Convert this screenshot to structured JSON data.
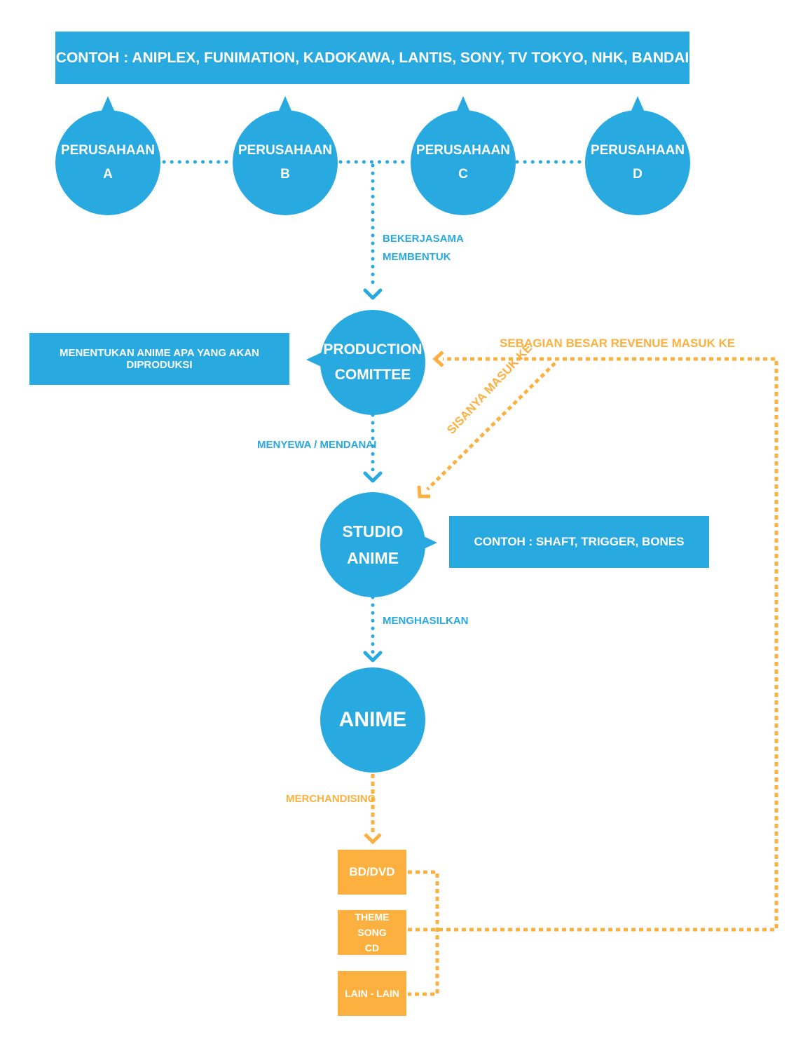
{
  "header": {
    "examples_label": "CONTOH : ANIPLEX, FUNIMATION, KADOKAWA, LANTIS, SONY, TV TOKYO, NHK, BANDAI"
  },
  "companies": [
    {
      "line1": "PERUSAHAAN",
      "line2": "A"
    },
    {
      "line1": "PERUSAHAAN",
      "line2": "B"
    },
    {
      "line1": "PERUSAHAAN",
      "line2": "C"
    },
    {
      "line1": "PERUSAHAAN",
      "line2": "D"
    }
  ],
  "labels": {
    "cooperate_line1": "BEKERJASAMA",
    "cooperate_line2": "MEMBENTUK",
    "hire_fund": "MENYEWA / MENDANAI",
    "produces": "MENGHASILKAN",
    "merchandising": "MERCHANDISING",
    "revenue_major": "SEBAGIAN BESAR REVENUE MASUK KE",
    "revenue_rest": "SISANYA MASUK KE"
  },
  "production_committee": {
    "line1": "PRODUCTION",
    "line2": "COMITTEE",
    "role_note": "MENENTUKAN ANIME APA YANG AKAN DIPRODUKSI"
  },
  "studio": {
    "line1": "STUDIO",
    "line2": "ANIME",
    "examples_note": "CONTOH : SHAFT, TRIGGER, BONES"
  },
  "anime": {
    "label": "ANIME"
  },
  "merch_items": [
    {
      "line1": "BD/DVD",
      "line2": ""
    },
    {
      "line1": "THEME SONG",
      "line2": "CD"
    },
    {
      "line1": "LAIN - LAIN",
      "line2": ""
    }
  ],
  "colors": {
    "blue": "#28a9e0",
    "orange": "#fbb03f",
    "background": "#ffffff"
  }
}
